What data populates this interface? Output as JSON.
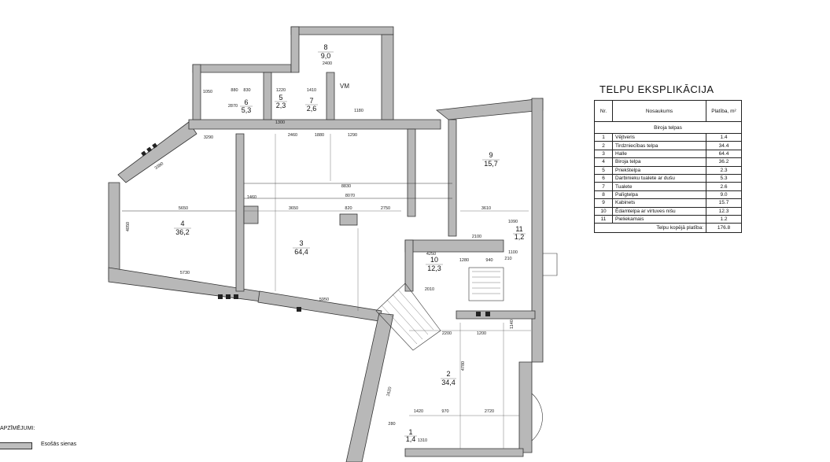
{
  "rooms": [
    {
      "no": "1",
      "area": "1,4"
    },
    {
      "no": "2",
      "area": "34,4"
    },
    {
      "no": "3",
      "area": "64,4"
    },
    {
      "no": "4",
      "area": "36,2"
    },
    {
      "no": "5",
      "area": "2,3"
    },
    {
      "no": "6",
      "area": "5,3"
    },
    {
      "no": "7",
      "area": "2,6"
    },
    {
      "no": "8",
      "area": "9,0"
    },
    {
      "no": "9",
      "area": "15,7"
    },
    {
      "no": "10",
      "area": "12,3"
    },
    {
      "no": "11",
      "area": "1,2"
    }
  ],
  "dims": [
    "3290",
    "3380",
    "5650",
    "4050",
    "5730",
    "5950",
    "3650",
    "820",
    "2750",
    "8830",
    "8070",
    "1050",
    "880",
    "830",
    "2870",
    "1220",
    "1410",
    "2400",
    "1300",
    "1880",
    "1290",
    "1180",
    "2460",
    "3610",
    "1460",
    "1090",
    "2100",
    "4250",
    "2010",
    "1280",
    "940",
    "210",
    "1100",
    "2200",
    "1200",
    "4780",
    "1420",
    "970",
    "2720",
    "1310",
    "280",
    "1140",
    "1620"
  ],
  "fixture_label": "VM",
  "explication": {
    "title": "TELPU EKSPLIKĀCIJA",
    "headers": {
      "no": "Nr.",
      "name": "Nosaukums",
      "area": "Platība, m²"
    },
    "section": "Biroja telpas",
    "rows": [
      {
        "no": "1",
        "name": "Vējtveris",
        "area": "1.4"
      },
      {
        "no": "2",
        "name": "Tirdzniecības telpa",
        "area": "34.4"
      },
      {
        "no": "3",
        "name": "Halle",
        "area": "64.4"
      },
      {
        "no": "4",
        "name": "Biroja telpa",
        "area": "36.2"
      },
      {
        "no": "5",
        "name": "Priekštelpa",
        "area": "2.3"
      },
      {
        "no": "6",
        "name": "Darbinieku tualete ar dušu",
        "area": "5.3"
      },
      {
        "no": "7",
        "name": "Tualete",
        "area": "2.6"
      },
      {
        "no": "8",
        "name": "Palīgtelpa",
        "area": "9.0"
      },
      {
        "no": "9",
        "name": "Kabinets",
        "area": "15.7"
      },
      {
        "no": "10",
        "name": "Ēdamtelpa ar virtuves nišu",
        "area": "12.3"
      },
      {
        "no": "11",
        "name": "Pieliekamais",
        "area": "1.2"
      }
    ],
    "total_label": "Telpu kopējā platība:",
    "total": "176.8"
  },
  "legend": {
    "title": "APZĪMĒJUMI:",
    "items": [
      {
        "label": "Esošās sienas",
        "color": "#bdbdbd"
      }
    ]
  }
}
